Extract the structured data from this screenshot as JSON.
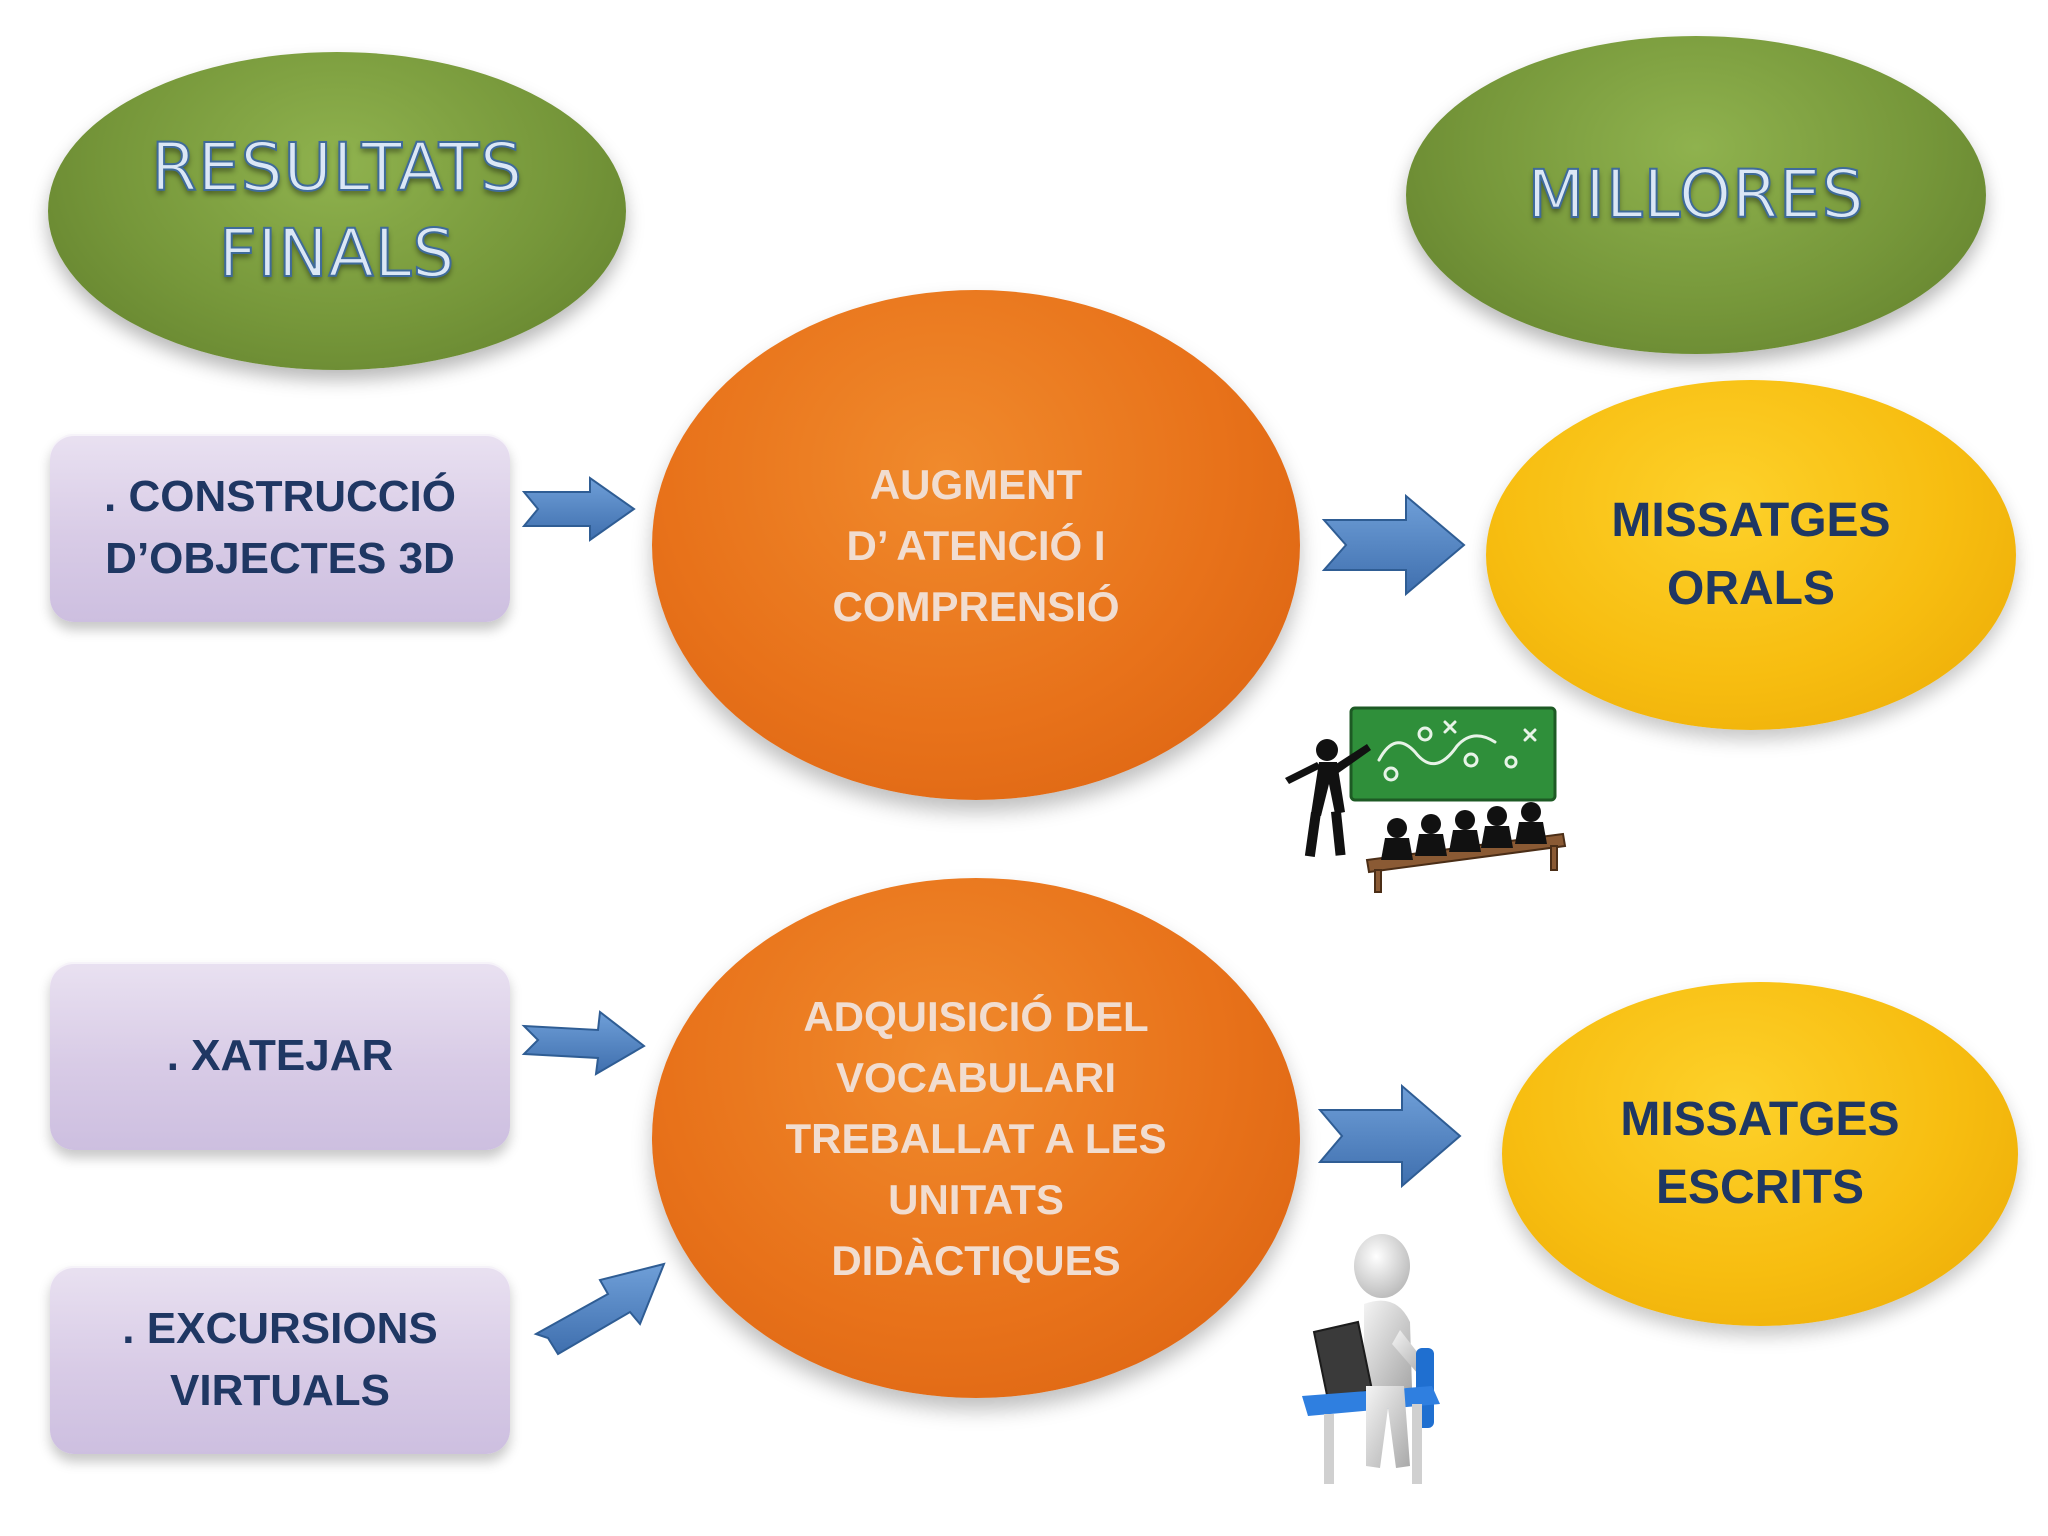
{
  "headers": {
    "left": {
      "line1": "RESULTATS",
      "line2": "FINALS"
    },
    "right": {
      "line1": "MILLORES"
    }
  },
  "inputs": {
    "construccio": {
      "line1": ". CONSTRUCCIÓ",
      "line2": "D’OBJECTES 3D"
    },
    "xatejar": {
      "line1": ". XATEJAR"
    },
    "excursions": {
      "line1": ". EXCURSIONS",
      "line2": "VIRTUALS"
    }
  },
  "center": {
    "augment": {
      "line1": "AUGMENT",
      "line2": "D’ ATENCIÓ I",
      "line3": "COMPRENSIÓ"
    },
    "adquisicio": {
      "line1": "ADQUISICIÓ DEL",
      "line2": "VOCABULARI",
      "line3": "TREBALLAT A LES",
      "line4": "UNITATS",
      "line5": "DIDÀCTIQUES"
    }
  },
  "outputs": {
    "orals": {
      "line1": "MISSATGES",
      "line2": "ORALS"
    },
    "escrits": {
      "line1": "MISSATGES",
      "line2": "ESCRITS"
    }
  },
  "colors": {
    "header_green": "#76973a",
    "input_lavender": "#d8cbe6",
    "center_orange": "#e8721a",
    "output_yellow": "#f7bd10",
    "arrow_blue": "#4a7fc1",
    "text_navy": "#1f3763"
  },
  "illustrations": {
    "top": "teacher-classroom-icon",
    "bottom": "person-at-computer-icon"
  }
}
